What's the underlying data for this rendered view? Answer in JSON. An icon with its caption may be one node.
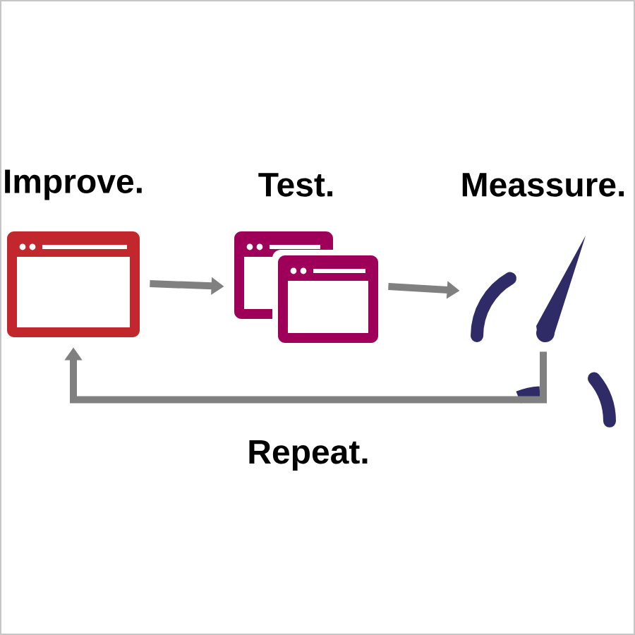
{
  "diagram": {
    "nodes": [
      {
        "text": [
          "Improve."
        ]
      },
      {
        "text": [
          "Test."
        ]
      },
      {
        "text": [
          "Meassure."
        ]
      }
    ],
    "edges": [
      {
        "from": 0,
        "to": 1,
        "arrow": "to"
      },
      {
        "from": 1,
        "to": 2,
        "arrow": "to"
      },
      {
        "from": 2,
        "to": 0,
        "arrow": "to",
        "label": "Repeat."
      }
    ]
  }
}
